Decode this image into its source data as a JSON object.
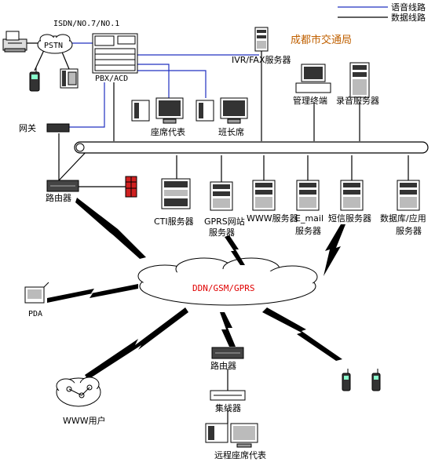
{
  "legend": {
    "voice": "语音线路",
    "data": "数据线路"
  },
  "colors": {
    "voice": "#2030c0",
    "data": "#000000",
    "title": "#c06000",
    "cloud_text": "#e00000"
  },
  "title": "成都市交通局",
  "labels": {
    "isdn": "ISDN/NO.7/NO.1",
    "pstn": "PSTN",
    "pbx": "PBX/ACD",
    "ivr": "IVR/FAX服务器",
    "mgmt": "管理终端",
    "record": "录音服务器",
    "agent": "座席代表",
    "shift": "班长席",
    "gateway": "网关",
    "router": "路由器",
    "cti": "CTI服务器",
    "gprs_line1": "GPRS网站",
    "gprs_line2": "服务器",
    "www": "WWW服务器",
    "email_line1": "E_mail",
    "email_line2": "服务器",
    "sms": "短信服务器",
    "db_line1": "数据库/应用",
    "db_line2": "服务器",
    "cloud": "DDN/GSM/GPRS",
    "pda": "PDA",
    "www_user": "WWW用户",
    "router2": "路由器",
    "hub": "集线器",
    "remote_agent": "远程座席代表"
  }
}
